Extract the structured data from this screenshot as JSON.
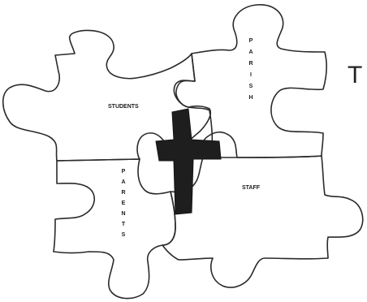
{
  "pieces": {
    "top_left": {
      "label": "STUDENTS"
    },
    "top_right": {
      "label": "PARISH"
    },
    "bottom_left": {
      "label": "PARENTS"
    },
    "bottom_right": {
      "label": "STAFF"
    }
  },
  "side_text": "T",
  "cross_icon": "cross-icon"
}
